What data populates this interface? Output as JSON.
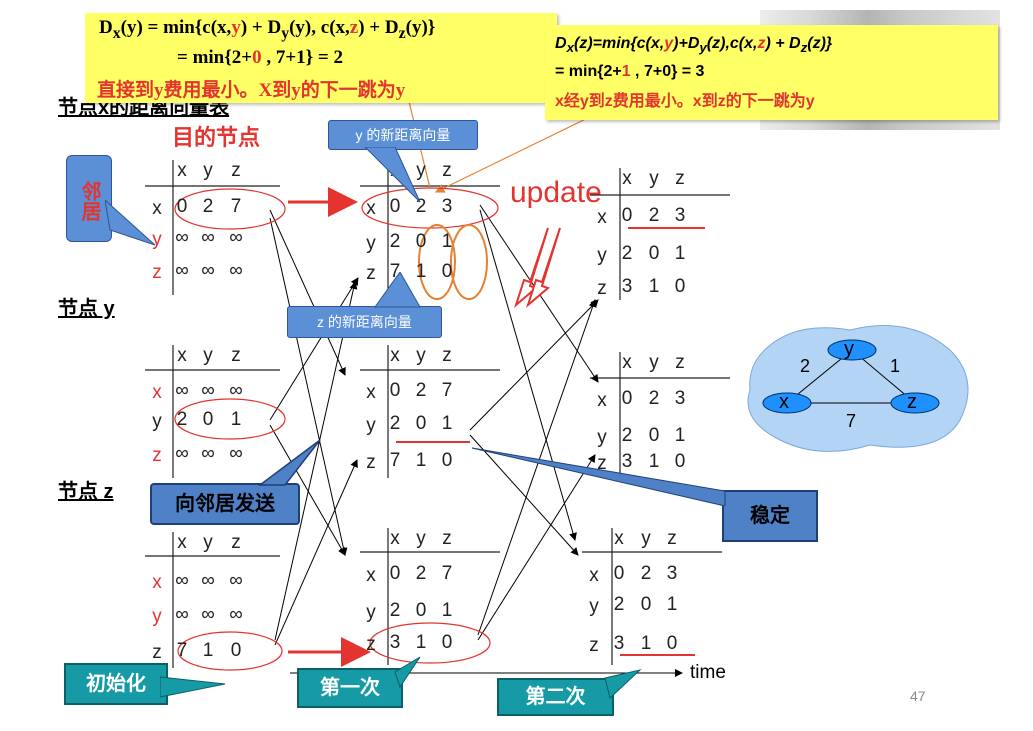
{
  "formula_left": {
    "line1_prefix": "D",
    "line1_sub": "x",
    "line1_rest_a": "(y) = min{c(x,",
    "line1_y": "y",
    "line1_rest_b": ") + D",
    "line1_sub2": "y",
    "line1_rest_c": "(y), c(x,",
    "line1_z": "z",
    "line1_rest_d": ") + D",
    "line1_sub3": "z",
    "line1_rest_e": "(y)}",
    "line2_a": "= min{2+",
    "line2_zero": "0",
    "line2_b": " , 7+1} = 2",
    "line3": "直接到y费用最小。X到y的下一跳为y"
  },
  "formula_right": {
    "line1_a": "D",
    "line1_sub": "x",
    "line1_b": "(z)=min{",
    "line1_c": "c(x,",
    "line1_y": "y",
    "line1_d": ")+D",
    "line1_sub2": "y",
    "line1_e": "(z),c(x,",
    "line1_z": "z",
    "line1_f": ") + D",
    "line1_sub3": "z",
    "line1_g": "(z)}",
    "line2_a": "= min{2+",
    "line2_one": "1",
    "line2_b": " , 7+0} = 3",
    "line3": "x经y到z费用最小。x到z的下一跳为y"
  },
  "labels": {
    "hidden_title": "节点x的距离向量表",
    "dest": "目的节点",
    "neighbor": "邻居",
    "node_y": "节点 y",
    "node_z": "节点 z",
    "y_new_vec": "y 的新距离向量",
    "z_new_vec": "z 的新距离向量",
    "update": "update",
    "send": "向邻居发送",
    "stable": "稳定",
    "init": "初始化",
    "first": "第一次",
    "second": "第二次",
    "time": "time",
    "page": "47"
  },
  "tables": [
    {
      "id": "x0",
      "header": [
        "x",
        "y",
        "z"
      ],
      "rows": [
        {
          "l": "x",
          "v": [
            "0",
            "2",
            "7"
          ]
        },
        {
          "l": "y",
          "v": [
            "∞",
            "∞",
            "∞"
          ]
        },
        {
          "l": "z",
          "v": [
            "∞",
            "∞",
            "∞"
          ]
        }
      ]
    },
    {
      "id": "x1",
      "header": [
        "x",
        "y",
        "z"
      ],
      "rows": [
        {
          "l": "x",
          "v": [
            "0",
            "2",
            "3"
          ]
        },
        {
          "l": "y",
          "v": [
            "2",
            "0",
            "1"
          ]
        },
        {
          "l": "z",
          "v": [
            "7",
            "1",
            "0"
          ]
        }
      ]
    },
    {
      "id": "x2",
      "header": [
        "x",
        "y",
        "z"
      ],
      "rows": [
        {
          "l": "x",
          "v": [
            "0",
            "2",
            "3"
          ]
        },
        {
          "l": "y",
          "v": [
            "2",
            "0",
            "1"
          ]
        },
        {
          "l": "z",
          "v": [
            "3",
            "1",
            "0"
          ]
        }
      ]
    },
    {
      "id": "y0",
      "header": [
        "x",
        "y",
        "z"
      ],
      "rows": [
        {
          "l": "x",
          "v": [
            "∞",
            "∞",
            "∞"
          ]
        },
        {
          "l": "y",
          "v": [
            "2",
            "0",
            "1"
          ]
        },
        {
          "l": "z",
          "v": [
            "∞",
            "∞",
            "∞"
          ]
        }
      ]
    },
    {
      "id": "y1",
      "header": [
        "x",
        "y",
        "z"
      ],
      "rows": [
        {
          "l": "x",
          "v": [
            "0",
            "2",
            "7"
          ]
        },
        {
          "l": "y",
          "v": [
            "2",
            "0",
            "1"
          ]
        },
        {
          "l": "z",
          "v": [
            "7",
            "1",
            "0"
          ]
        }
      ]
    },
    {
      "id": "y2",
      "header": [
        "x",
        "y",
        "z"
      ],
      "rows": [
        {
          "l": "x",
          "v": [
            "0",
            "2",
            "3"
          ]
        },
        {
          "l": "y",
          "v": [
            "2",
            "0",
            "1"
          ]
        },
        {
          "l": "z",
          "v": [
            "3",
            "1",
            "0"
          ]
        }
      ]
    },
    {
      "id": "z0",
      "header": [
        "x",
        "y",
        "z"
      ],
      "rows": [
        {
          "l": "x",
          "v": [
            "∞",
            "∞",
            "∞"
          ]
        },
        {
          "l": "y",
          "v": [
            "∞",
            "∞",
            "∞"
          ]
        },
        {
          "l": "z",
          "v": [
            "7",
            "1",
            "0"
          ]
        }
      ]
    },
    {
      "id": "z1",
      "header": [
        "x",
        "y",
        "z"
      ],
      "rows": [
        {
          "l": "x",
          "v": [
            "0",
            "2",
            "7"
          ]
        },
        {
          "l": "y",
          "v": [
            "2",
            "0",
            "1"
          ]
        },
        {
          "l": "z",
          "v": [
            "3",
            "1",
            "0"
          ]
        }
      ]
    },
    {
      "id": "z2",
      "header": [
        "x",
        "y",
        "z"
      ],
      "rows": [
        {
          "l": "x",
          "v": [
            "0",
            "2",
            "3"
          ]
        },
        {
          "l": "y",
          "v": [
            "2",
            "0",
            "1"
          ]
        },
        {
          "l": "z",
          "v": [
            "3",
            "1",
            "0"
          ]
        }
      ]
    }
  ],
  "network": {
    "nodes": [
      "x",
      "y",
      "z"
    ],
    "edges": [
      {
        "a": "x",
        "b": "y",
        "cost": "2"
      },
      {
        "a": "y",
        "b": "z",
        "cost": "1"
      },
      {
        "a": "x",
        "b": "z",
        "cost": "7"
      }
    ]
  },
  "colors": {
    "red": "#e3342f",
    "orange": "#e8802f",
    "blue": "#4f81c7",
    "teal": "#169aa5",
    "yellow": "#ffff66"
  }
}
